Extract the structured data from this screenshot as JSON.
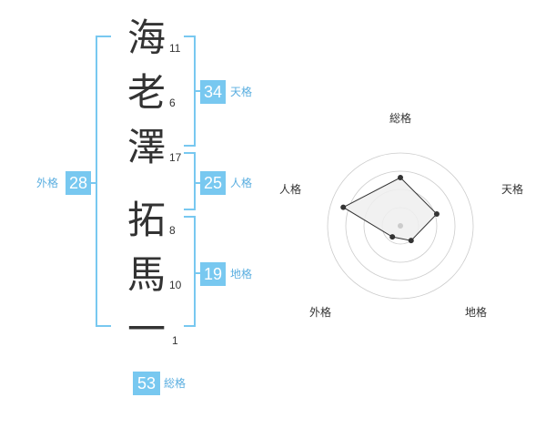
{
  "colors": {
    "accent": "#78c8f0",
    "accent_text": "#5aaee0",
    "bracket": "#78c8f0",
    "text": "#333333",
    "radar_fill": "#eeeeee",
    "radar_line": "#333333",
    "grid": "#cccccc"
  },
  "name": {
    "characters": [
      {
        "char": "海",
        "strokes": "11"
      },
      {
        "char": "老",
        "strokes": "6"
      },
      {
        "char": "澤",
        "strokes": "17"
      },
      {
        "char": "拓",
        "strokes": "8"
      },
      {
        "char": "馬",
        "strokes": "10"
      },
      {
        "char": "一",
        "strokes": "1"
      }
    ]
  },
  "fortune": {
    "tenkaku": {
      "label": "天格",
      "value": "34"
    },
    "jinkaku": {
      "label": "人格",
      "value": "25"
    },
    "chikaku": {
      "label": "地格",
      "value": "19"
    },
    "gaikaku": {
      "label": "外格",
      "value": "28"
    },
    "soukaku": {
      "label": "総格",
      "value": "53"
    }
  },
  "radar": {
    "axes": [
      "総格",
      "天格",
      "地格",
      "外格",
      "人格"
    ],
    "levels": 4,
    "values": [
      2.65,
      2.1,
      1.0,
      0.75,
      3.3
    ]
  }
}
